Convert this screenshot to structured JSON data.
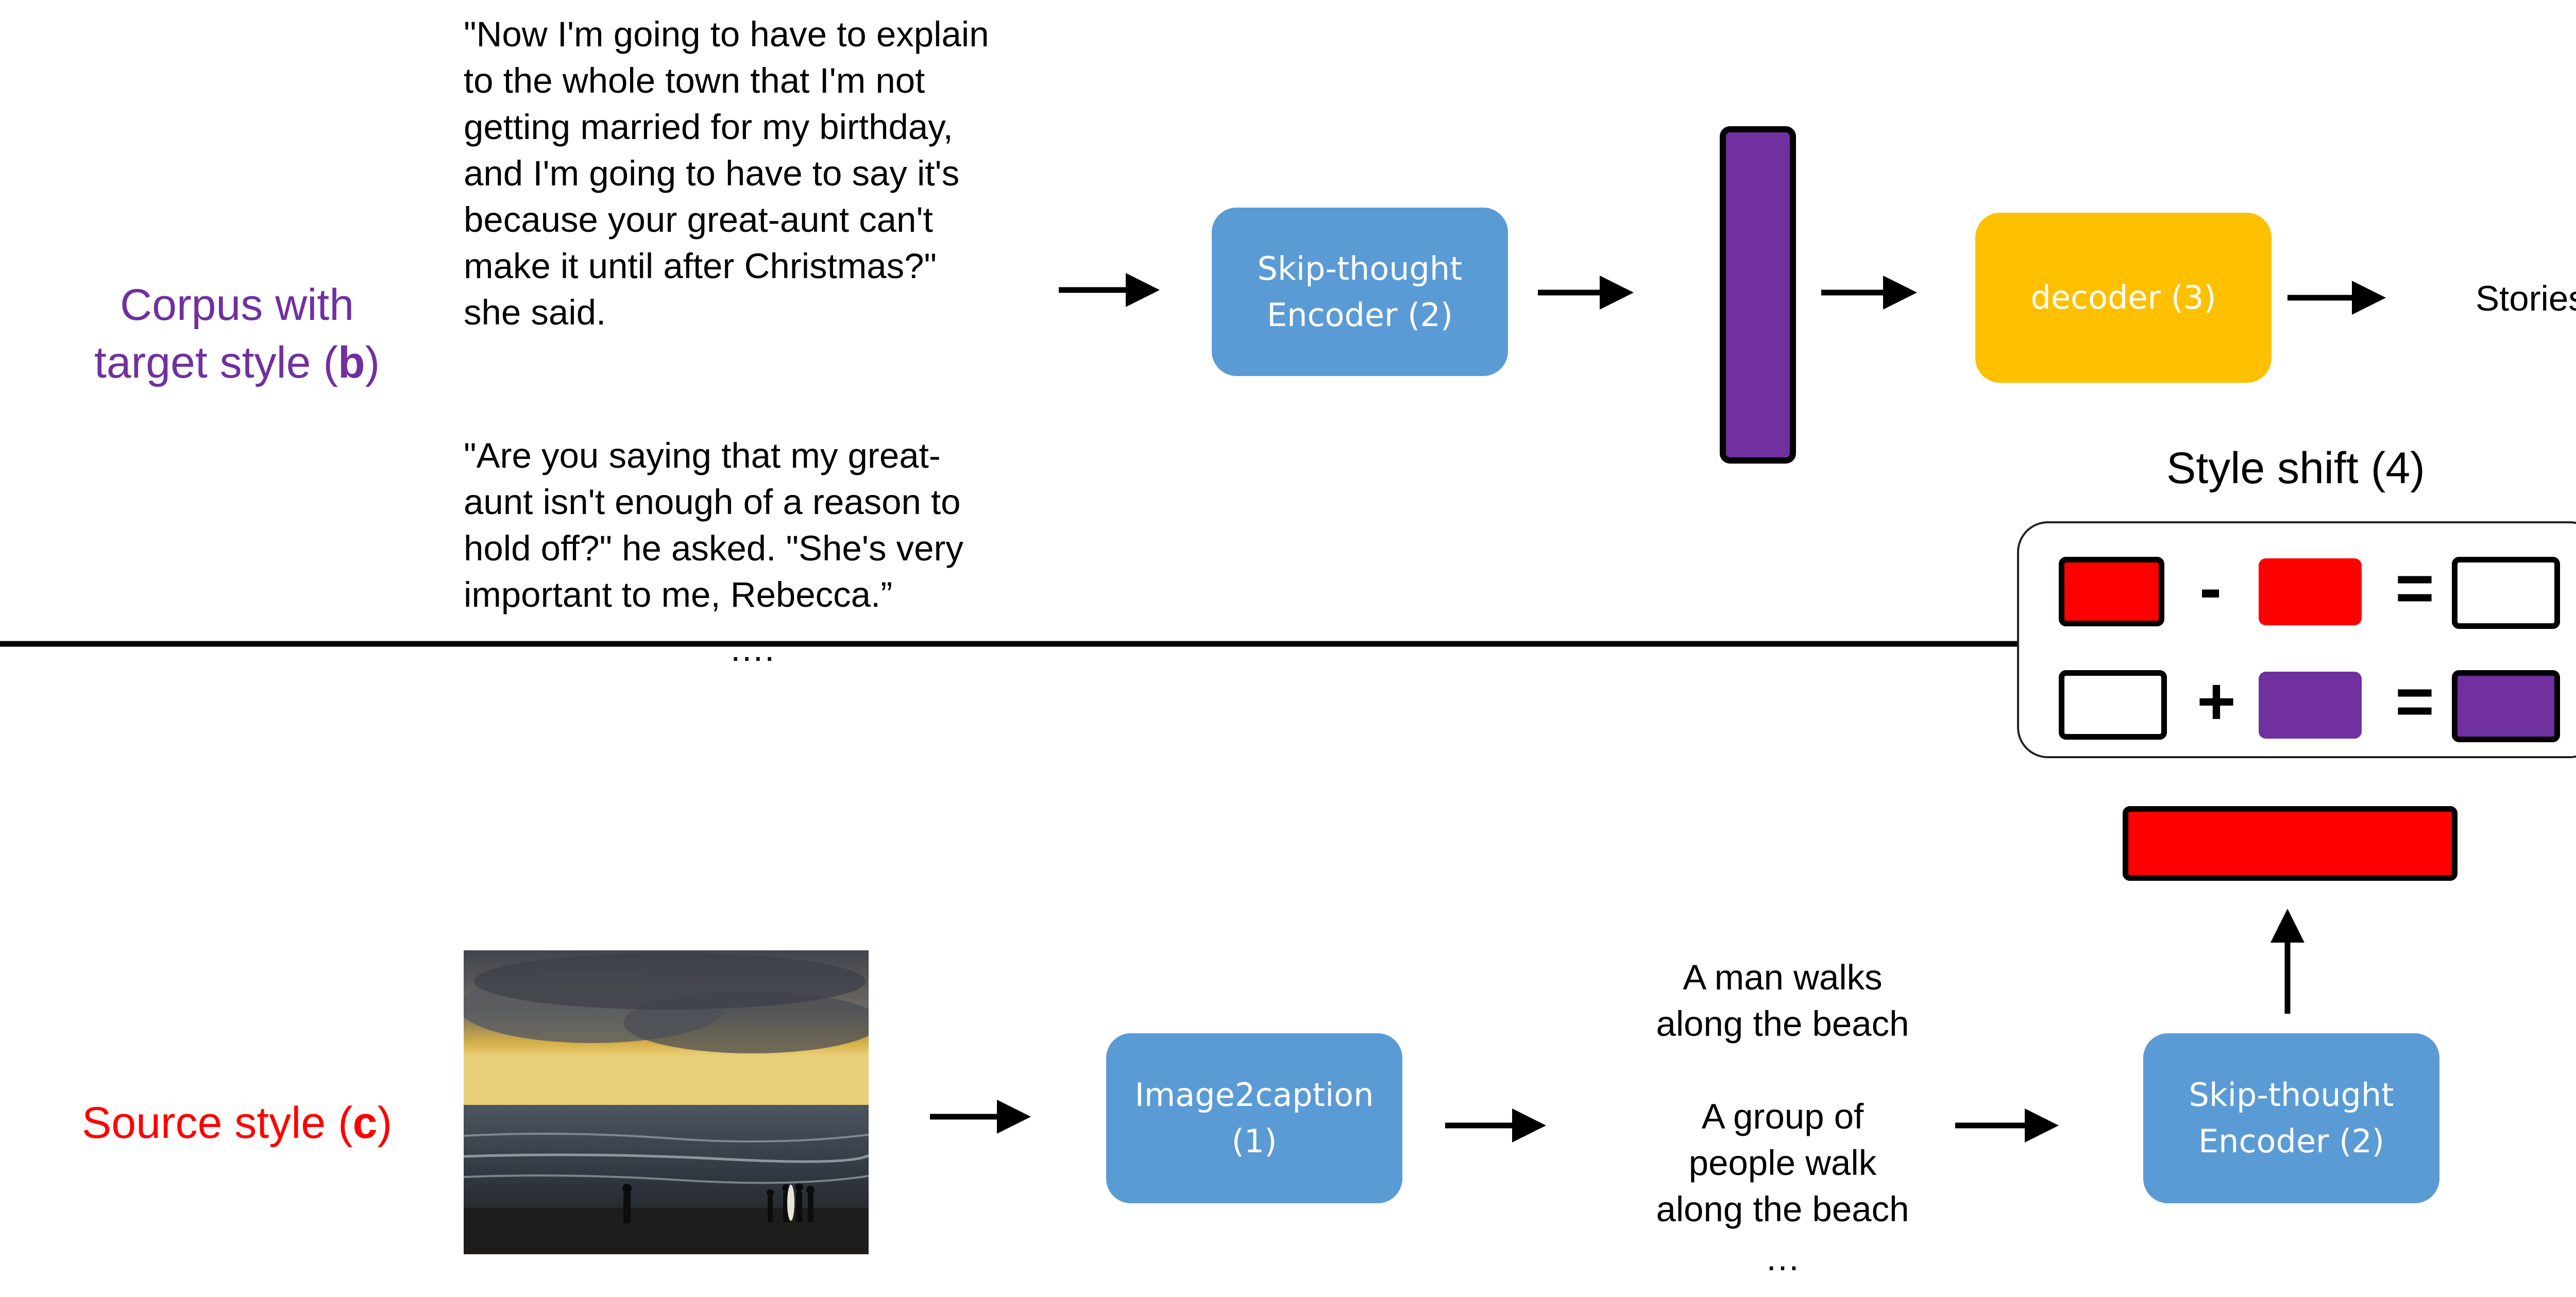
{
  "sections": {
    "target": {
      "label_prefix": "Corpus with\ntarget style (",
      "label_key": "b",
      "label_suffix": ")",
      "color": "#7030a0"
    },
    "source": {
      "label_prefix": "Source style (",
      "label_key": "c",
      "label_suffix": ")",
      "color": "#ff0000"
    }
  },
  "corpus_text": {
    "paragraph1": "\"Now I'm going to have to explain\nto the whole town that I'm not\ngetting married for my birthday,\nand I'm going to have to say it's\nbecause your great-aunt can't\nmake it until after Christmas?\"\nshe said.",
    "paragraph2": "\"Are you saying that my great-\naunt isn't enough of a reason to\nhold off?\" he asked. \"She's very\nimportant to me, Rebecca.”",
    "ellipsis": "…."
  },
  "top_pipeline": {
    "encoder_label": "Skip-thought\nEncoder (2)",
    "decoder_label": "decoder (3)",
    "output_label": "Stories"
  },
  "bottom_pipeline": {
    "image_alt": "beach at sunset",
    "image2caption_label": "Image2caption\n(1)",
    "caption_line1": "A man walks\nalong the beach",
    "caption_line2": "A group of\npeople walk\nalong the beach",
    "caption_ellipsis": "…",
    "encoder_label": "Skip-thought\nEncoder (2)"
  },
  "style_shift": {
    "title": "Style shift (4)",
    "row1_ops": [
      "-",
      "="
    ],
    "row2_ops": [
      "+",
      "="
    ]
  },
  "colors": {
    "encoder_blue": "#5b9bd5",
    "decoder_gold": "#ffc000",
    "purple": "#7030a0",
    "red": "#ff0000"
  }
}
